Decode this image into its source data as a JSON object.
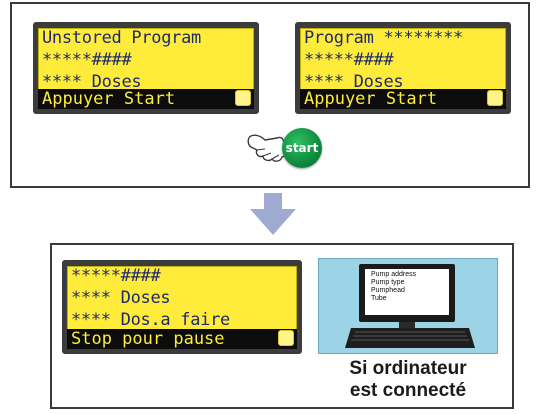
{
  "top_panel": {
    "left_display": {
      "lines": [
        "Unstored Program",
        "*****####",
        "**** Doses"
      ],
      "status": "Appuyer Start"
    },
    "right_display": {
      "lines": [
        "Program ********",
        "*****####",
        "**** Doses"
      ],
      "status": "Appuyer Start"
    },
    "start_button": {
      "label": "start"
    }
  },
  "bottom_panel": {
    "display": {
      "lines": [
        "*****####",
        "**** Doses",
        "**** Dos.a faire"
      ],
      "status": "Stop pour pause"
    },
    "computer_screen": {
      "lines": [
        "Pump address",
        "Pump type",
        "Pumphead",
        "Tube"
      ]
    },
    "caption_line1": "Si ordinateur",
    "caption_line2": "est connecté"
  },
  "colors": {
    "lcd_background": "#ffec3a",
    "lcd_text": "#1d2a6e",
    "status_bar": "#0c0c0c",
    "start_button": "#0f8b3e",
    "arrow": "#9eaad2",
    "monitor_background": "#9cd3e6"
  },
  "icons": [
    "pointing-hand-icon",
    "down-arrow-icon",
    "computer-monitor-icon"
  ]
}
